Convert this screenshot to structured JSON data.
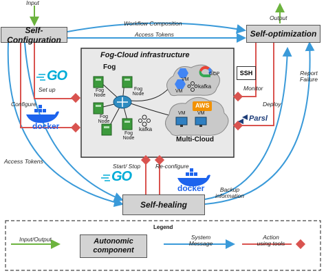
{
  "boxes": {
    "self_configuration": "Self-Configuration",
    "self_optimization": "Self-optimization",
    "self_healing": "Self-healing",
    "infrastructure_title": "Fog-Cloud infrastructure",
    "autonomic_component": "Autonomic component"
  },
  "labels": {
    "input": "Input",
    "output": "Output",
    "workflow_composition": "Workflow Composition",
    "access_tokens_top": "Access Tokens",
    "set_up": "Set up",
    "configure": "Configure",
    "access_tokens_left": "Access Tokens",
    "start_stop": "Start/ Stop",
    "re_configure": "Re-configure",
    "monitor": "Monitor",
    "deploy": "Deploy",
    "report_failure": "Report Failure",
    "backup_information": "Backup information"
  },
  "infra": {
    "fog": "Fog",
    "fog_node": "Fog Node",
    "kafka": "kafka",
    "vm": "VM",
    "gcp": "GCP",
    "aws": "AWS",
    "multi_cloud": "Multi-Cloud"
  },
  "tools": {
    "go": "GO",
    "docker": "docker",
    "parsl": "Parsl",
    "ssh": "SSH"
  },
  "legend": {
    "title": "Legend",
    "input_output": "Input/Output",
    "system_message": "System Message",
    "action_using_tools": "Action using tools"
  },
  "colors": {
    "io_arrow": "#6cb33e",
    "system_arrow": "#3a9ad9",
    "action_line": "#d9534f",
    "box_fill": "#d3d3d3",
    "infra_fill": "#e9e9e9",
    "cloud_fill": "#c9c9c9",
    "router": "#2e8bc0",
    "fog_node": "#3c9a3c",
    "aws": "#f29100",
    "vm": "#2f7fc1"
  }
}
